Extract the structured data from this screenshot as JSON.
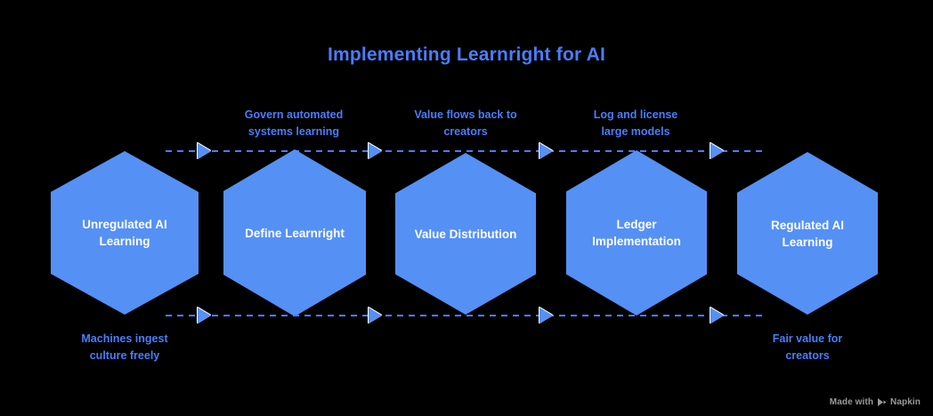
{
  "page": {
    "background_color": "#000000",
    "accent_color": "#4a7dfb",
    "shape_fill_color": "#5590f5",
    "shape_text_color": "#ffffff"
  },
  "title": "Implementing Learnright for AI",
  "stages": [
    {
      "line1": "Unregulated AI",
      "line2": "Learning"
    },
    {
      "line1": "Define Learnright",
      "line2": ""
    },
    {
      "line1": "Value Distribution",
      "line2": ""
    },
    {
      "line1": "Ledger",
      "line2": "Implementation"
    },
    {
      "line1": "Regulated AI",
      "line2": "Learning"
    }
  ],
  "top_labels": [
    {
      "line1": "Govern automated",
      "line2": "systems learning"
    },
    {
      "line1": "Value flows back to",
      "line2": "creators"
    },
    {
      "line1": "Log and license",
      "line2": "large models"
    }
  ],
  "bottom_labels": [
    {
      "line1": "Machines ingest",
      "line2": "culture freely"
    },
    {
      "line1": "Fair value for",
      "line2": "creators"
    }
  ],
  "watermark": {
    "text_prefix": "Made with",
    "brand": "Napkin",
    "logo_icon": "napkin-logo-icon"
  }
}
